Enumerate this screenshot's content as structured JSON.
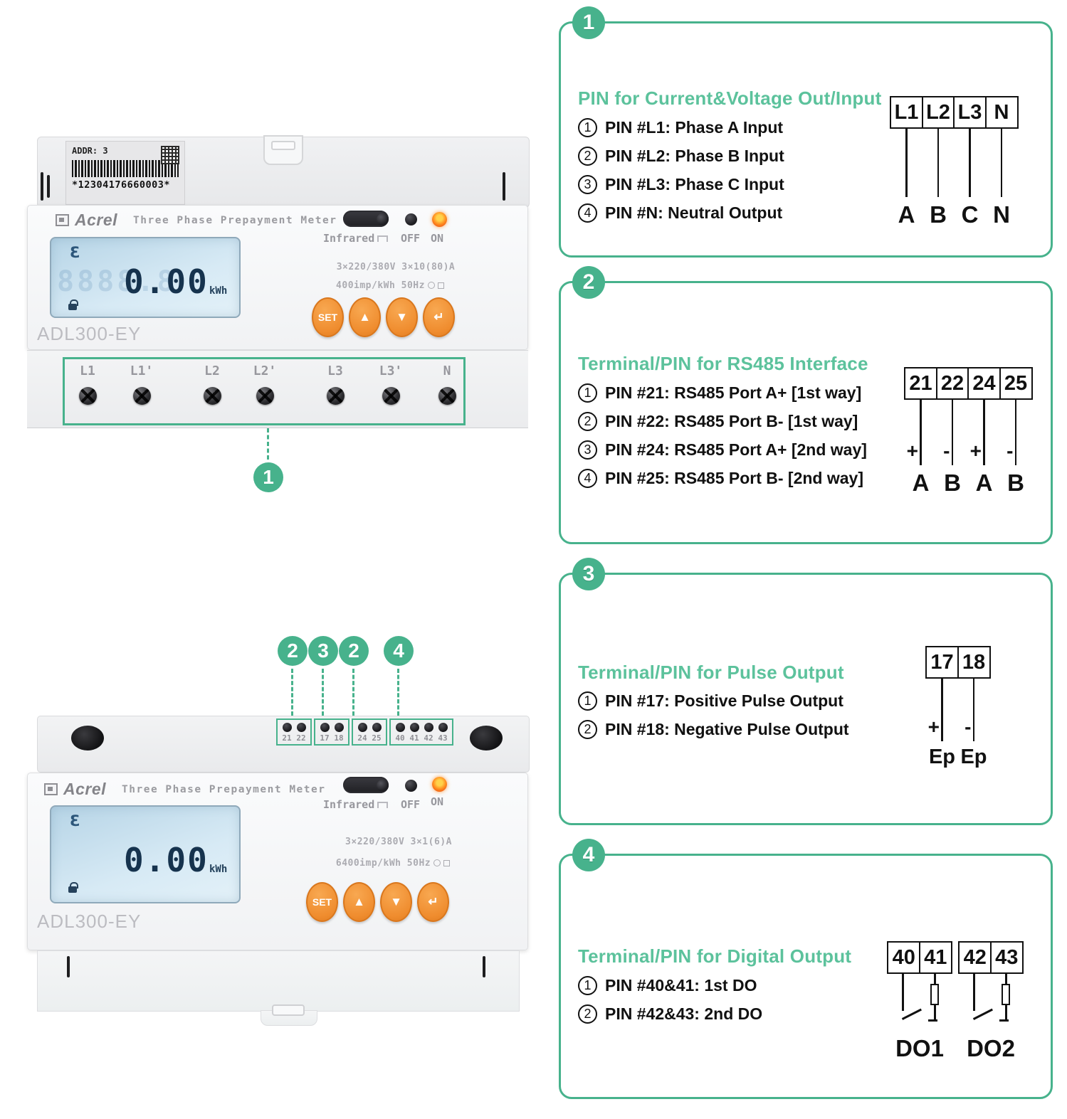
{
  "colors": {
    "green": "#47b28c",
    "green_title": "#5cc29c",
    "orange_button": "#f2923c",
    "lcd_blue": "#cfe4f2"
  },
  "meter_top": {
    "sticker": {
      "addr": "ADDR: 3",
      "serial": "*12304176660003*"
    },
    "brand": "Acrel",
    "product": "Three Phase Prepayment Meter",
    "model": "ADL300-EY",
    "lcd": {
      "mode": "Ɛ",
      "ghost": "8888.8",
      "value": "0.00",
      "unit": "kWh"
    },
    "labels": {
      "infrared": "Infrared",
      "off": "OFF",
      "on": "ON"
    },
    "specs": {
      "line1": "3×220/380V 3×10(80)A",
      "line2": "400imp/kWh 50Hz"
    },
    "buttons": {
      "set": "SET",
      "up": "▲",
      "down": "▼",
      "enter": "↵"
    },
    "terminals": [
      "L1",
      "L1'",
      "L2",
      "L2'",
      "L3",
      "L3'",
      "N"
    ],
    "callout": "1"
  },
  "meter_bottom": {
    "brand": "Acrel",
    "product": "Three Phase Prepayment Meter",
    "model": "ADL300-EY",
    "lcd": {
      "mode": "Ɛ",
      "value": "0.00",
      "unit": "kWh"
    },
    "labels": {
      "infrared": "Infrared",
      "off": "OFF",
      "on": "ON"
    },
    "specs": {
      "line1": "3×220/380V 3×1(6)A",
      "line2": "6400imp/kWh 50Hz"
    },
    "buttons": {
      "set": "SET",
      "up": "▲",
      "down": "▼",
      "enter": "↵"
    },
    "callouts": [
      "2",
      "3",
      "2",
      "4"
    ],
    "terminal_groups": [
      {
        "badge": "2",
        "pins": [
          "21",
          "22"
        ]
      },
      {
        "badge": "3",
        "pins": [
          "17",
          "18"
        ]
      },
      {
        "badge": "2",
        "pins": [
          "24",
          "25"
        ]
      },
      {
        "badge": "4",
        "pins": [
          "40",
          "41",
          "42",
          "43"
        ]
      }
    ]
  },
  "boxes": [
    {
      "badge": "1",
      "title": "PIN for Current&Voltage Out/Input",
      "items": [
        {
          "n": "1",
          "text": "PIN #L1: Phase A Input"
        },
        {
          "n": "2",
          "text": "PIN #L2: Phase B Input"
        },
        {
          "n": "3",
          "text": "PIN #L3: Phase C Input"
        },
        {
          "n": "4",
          "text": "PIN #N: Neutral Output"
        }
      ],
      "diagram": {
        "cells": [
          "L1",
          "L2",
          "L3",
          "N"
        ],
        "bottom": [
          "A",
          "B",
          "C",
          "N"
        ]
      }
    },
    {
      "badge": "2",
      "title": "Terminal/PIN for RS485 Interface",
      "items": [
        {
          "n": "1",
          "text": "PIN #21: RS485 Port A+ [1st way]"
        },
        {
          "n": "2",
          "text": "PIN #22: RS485 Port B- [1st way]"
        },
        {
          "n": "3",
          "text": "PIN #24: RS485 Port A+ [2nd way]"
        },
        {
          "n": "4",
          "text": "PIN #25: RS485 Port B- [2nd way]"
        }
      ],
      "diagram": {
        "cells": [
          "21",
          "22",
          "24",
          "25"
        ],
        "signs": [
          "+",
          "-",
          "+",
          "-"
        ],
        "bottom": [
          "A",
          "B",
          "A",
          "B"
        ]
      }
    },
    {
      "badge": "3",
      "title": "Terminal/PIN for Pulse Output",
      "items": [
        {
          "n": "1",
          "text": "PIN #17: Positive Pulse Output"
        },
        {
          "n": "2",
          "text": "PIN #18: Negative Pulse Output"
        }
      ],
      "diagram": {
        "cells": [
          "17",
          "18"
        ],
        "signs": [
          "+",
          "-"
        ],
        "bottom": [
          "Ep",
          "Ep"
        ]
      }
    },
    {
      "badge": "4",
      "title": "Terminal/PIN for Digital Output",
      "items": [
        {
          "n": "1",
          "text": "PIN #40&41: 1st DO"
        },
        {
          "n": "2",
          "text": "PIN #42&43: 2nd DO"
        }
      ],
      "diagram": {
        "cells": [
          "40",
          "41",
          "42",
          "43"
        ],
        "bottom": [
          "DO1",
          "DO2"
        ]
      }
    }
  ]
}
